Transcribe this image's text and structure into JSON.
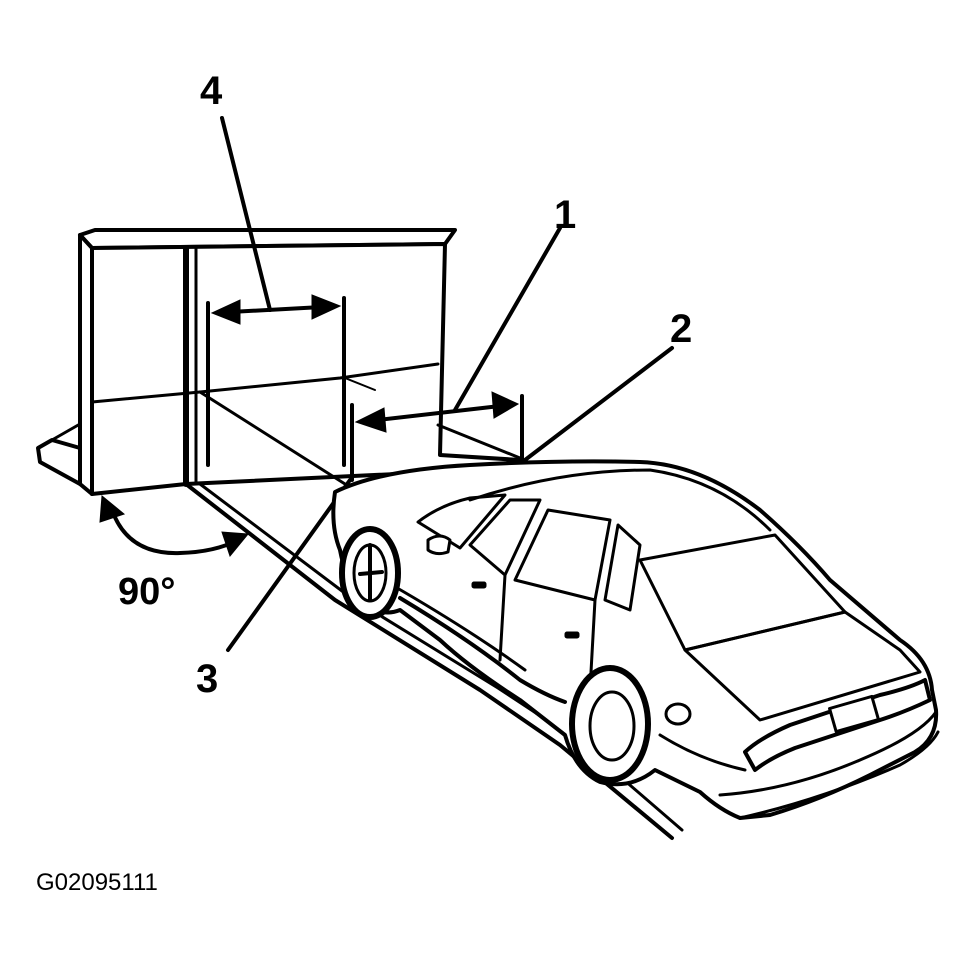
{
  "callouts": {
    "c1": "1",
    "c2": "2",
    "c3": "3",
    "c4": "4"
  },
  "angle_label": "90°",
  "figure_id": "G02095111",
  "icons": {
    "board": "alignment-board",
    "car": "sedan-rear-three-quarter",
    "arrows": "double-headed-measurement-arrow",
    "angle": "right-angle-arc"
  }
}
